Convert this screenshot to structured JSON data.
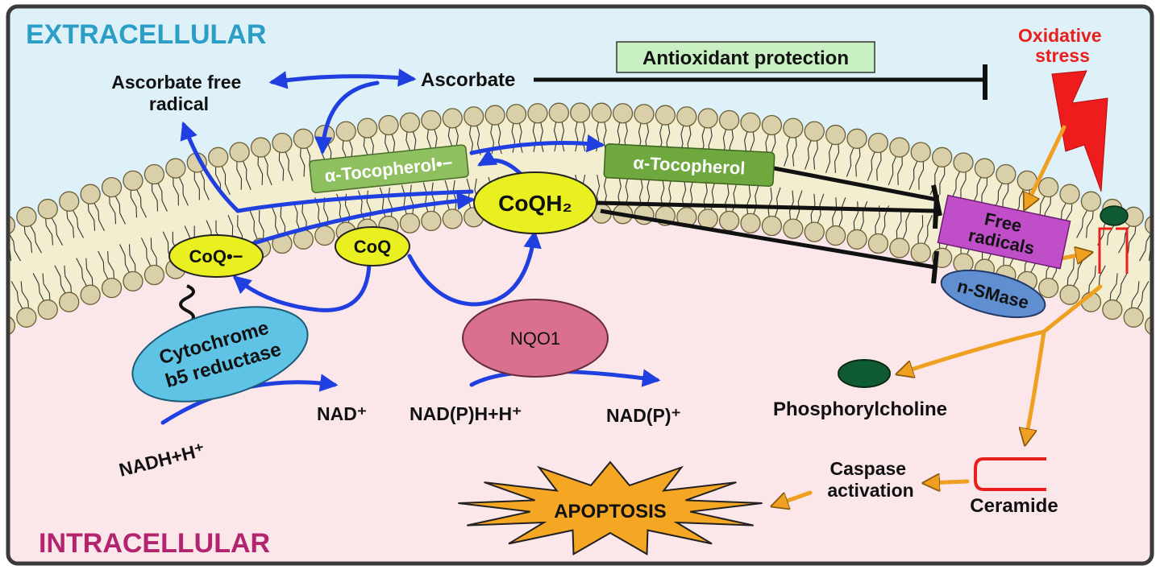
{
  "regions": {
    "extracellular": "EXTRACELLULAR",
    "intracellular": "INTRACELLULAR"
  },
  "labels": {
    "ascorbate_free_radical_line1": "Ascorbate free",
    "ascorbate_free_radical_line2": "radical",
    "ascorbate": "Ascorbate",
    "antioxidant_protection": "Antioxidant protection",
    "oxidative_stress_line1": "Oxidative",
    "oxidative_stress_line2": "stress",
    "alpha_tocopherol_radical": "α-Tocopherol•−",
    "alpha_tocopherol": "α-Tocopherol",
    "coqh2": "CoQH₂",
    "coq_radical": "CoQ•−",
    "coq": "CoQ",
    "free_radicals_line1": "Free",
    "free_radicals_line2": "radicals",
    "n_smase": "n-SMase",
    "cytochrome_line1": "Cytochrome",
    "cytochrome_line2": "b5 reductase",
    "nqo1": "NQO1",
    "nad_plus": "NAD⁺",
    "nadh": "NADH+H⁺",
    "nadph": "NAD(P)H+H⁺",
    "nadp_plus": "NAD(P)⁺",
    "phosphorylcholine": "Phosphorylcholine",
    "caspase_line1": "Caspase",
    "caspase_line2": "activation",
    "ceramide": "Ceramide",
    "apoptosis": "APOPTOSIS"
  },
  "colors": {
    "extracellular_bg": "#dff1f8",
    "intracellular_bg": "#fbe7ea",
    "membrane_core": "#f4eed0",
    "lipid_head": "#d9cfa8",
    "blue_arrow": "#1f3fe0",
    "orange_arrow": "#f0a020",
    "extracellular_text": "#2a9ec6",
    "intracellular_text": "#b3246e",
    "oxidative_text": "#e8201c"
  }
}
